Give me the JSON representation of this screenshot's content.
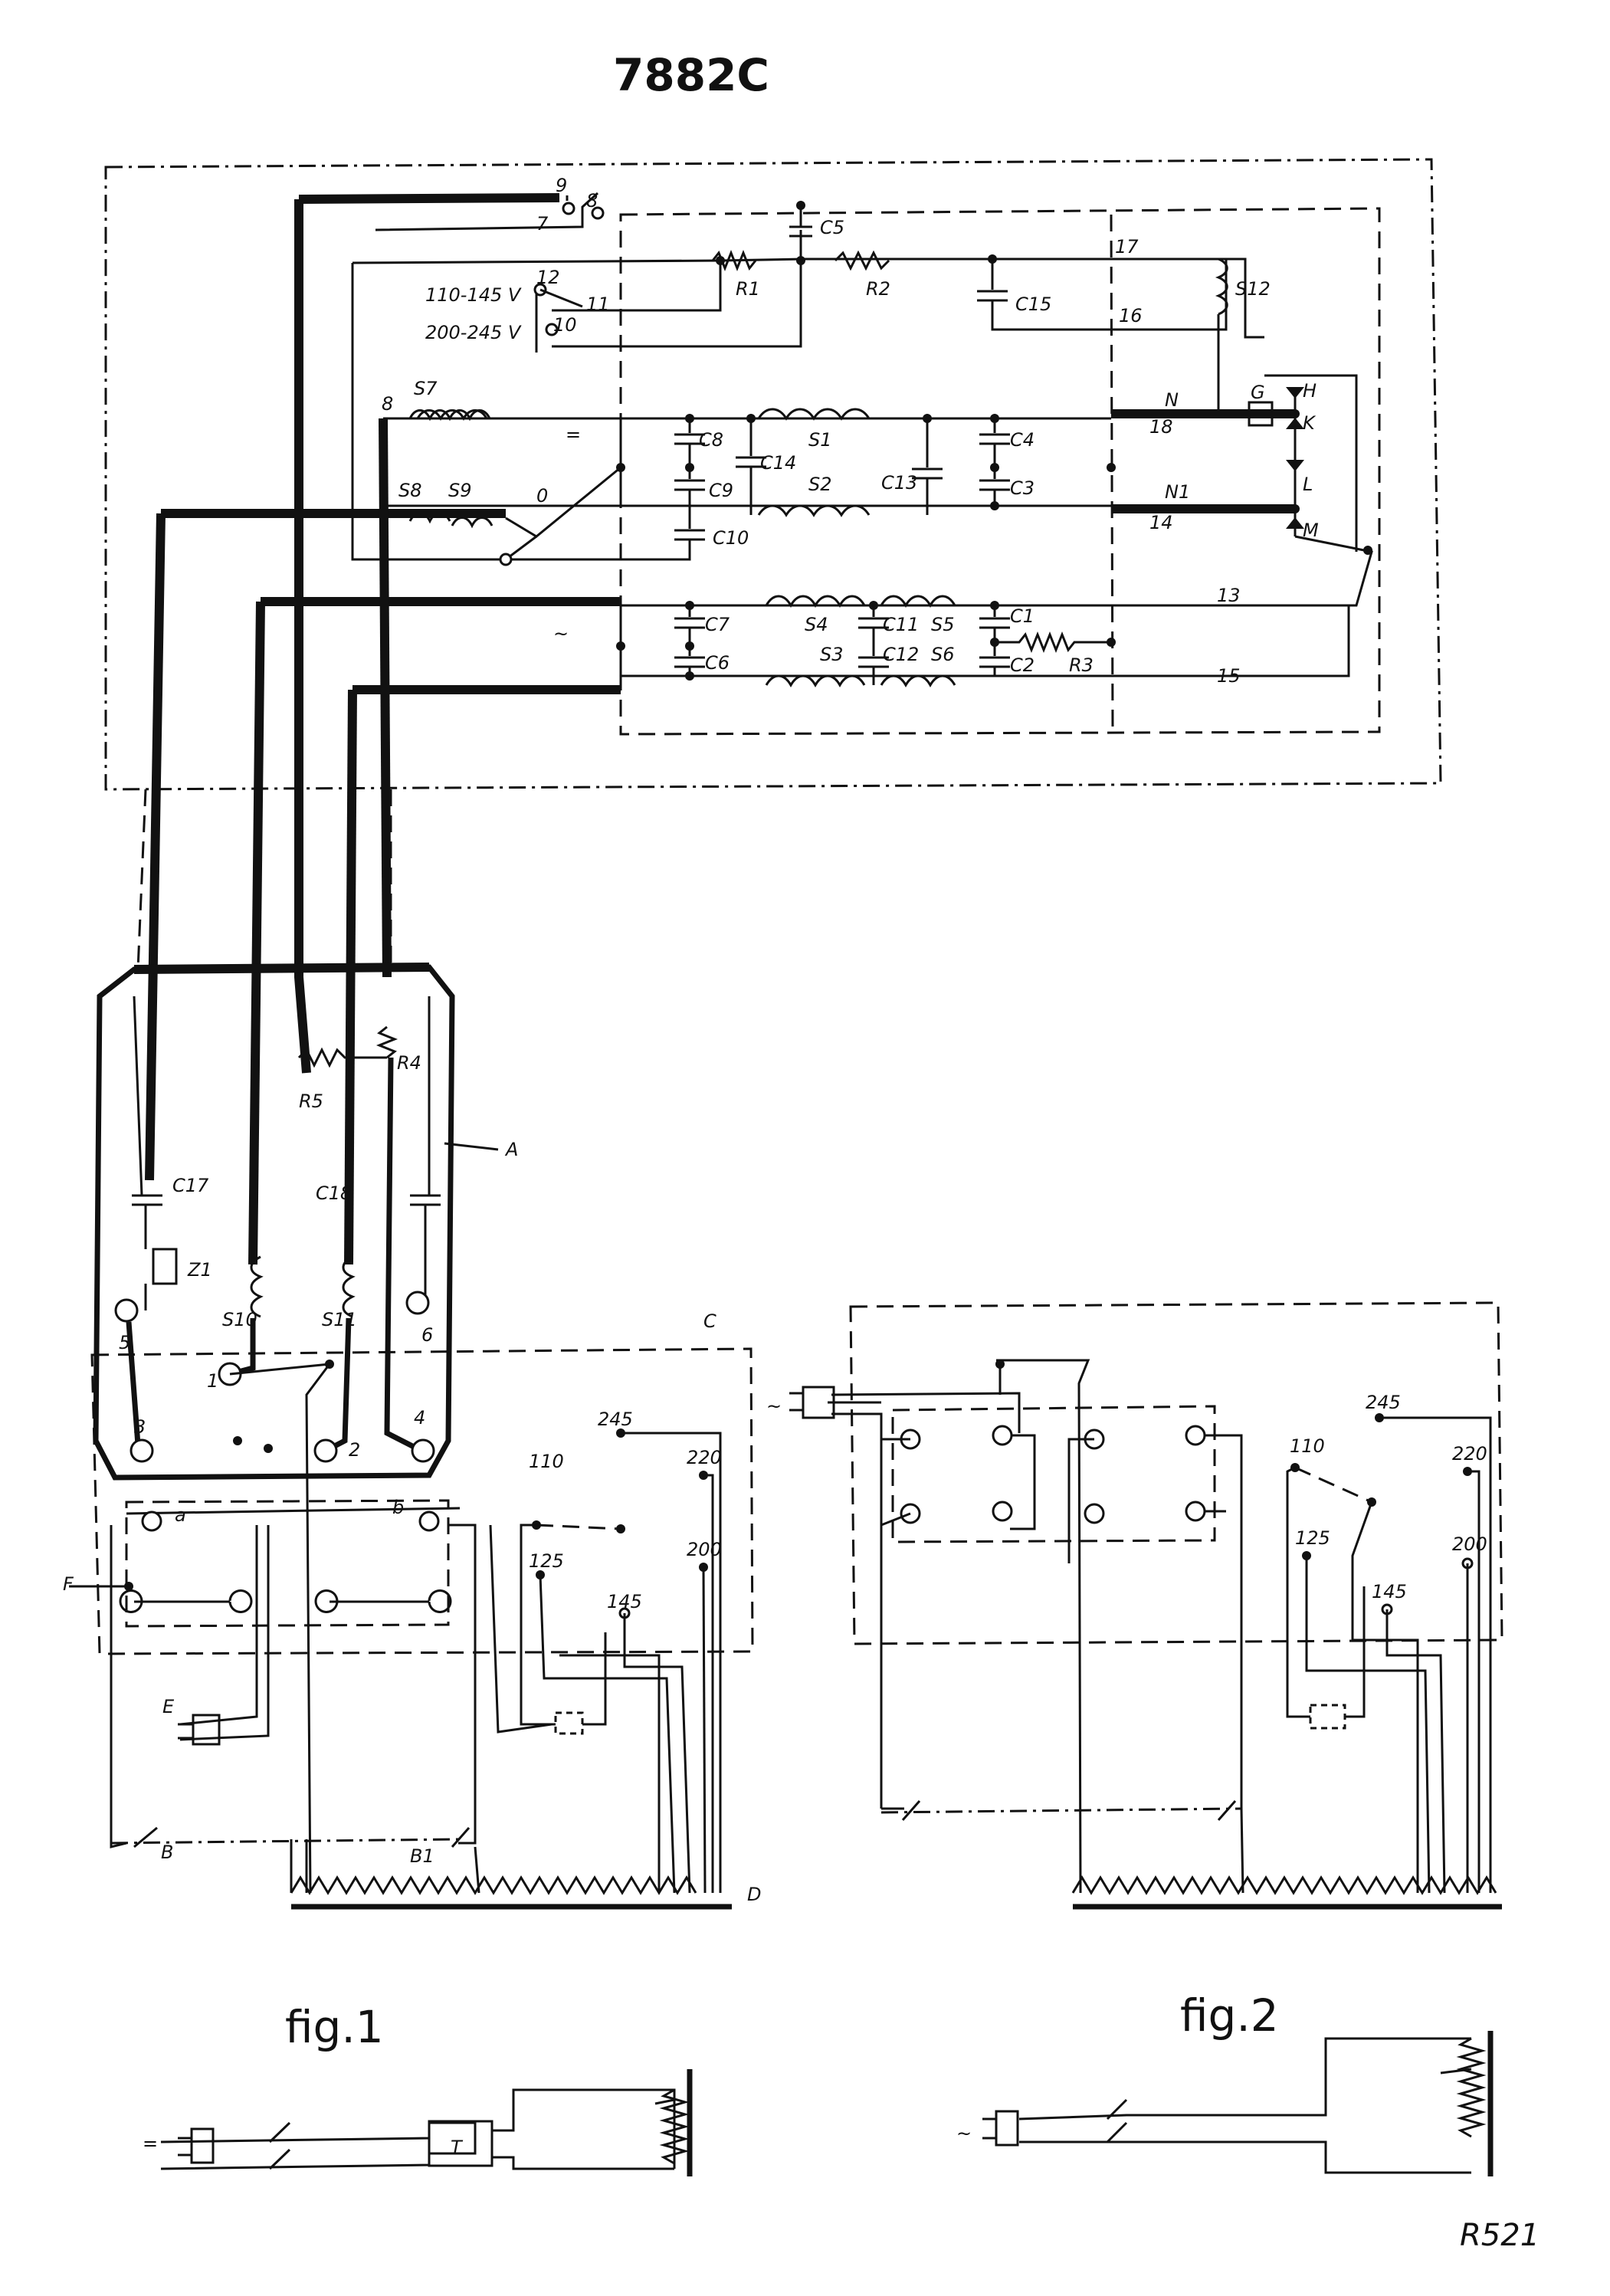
{
  "document": {
    "title": "7882C",
    "reference": "R521"
  },
  "figures": {
    "fig1_label": "fig.1",
    "fig2_label": "fig.2"
  },
  "selector": {
    "low_range": "110-145 V",
    "high_range": "200-245 V",
    "taps": [
      "110",
      "125",
      "145",
      "200",
      "220",
      "245"
    ]
  },
  "terminals": {
    "t1": "1",
    "t2": "2",
    "t3": "3",
    "t4": "4",
    "t5": "5",
    "t6": "6",
    "t7": "7",
    "t8": "8",
    "t9": "9",
    "t10": "10",
    "t11": "11",
    "t12": "12",
    "t13": "13",
    "t14": "14",
    "t15": "15",
    "t16": "16",
    "t17": "17",
    "t18": "18",
    "off": "0",
    "a": "a",
    "b": "b",
    "N": "N",
    "N1": "N1",
    "G": "G",
    "H": "H",
    "K": "K",
    "L": "L",
    "M": "M"
  },
  "components": {
    "resistors": [
      "R1",
      "R2",
      "R3",
      "R4",
      "R5"
    ],
    "capacitors": [
      "C1",
      "C2",
      "C3",
      "C4",
      "C5",
      "C6",
      "C7",
      "C8",
      "C9",
      "C10",
      "C11",
      "C12",
      "C13",
      "C14",
      "C15",
      "C17",
      "C18"
    ],
    "chokes": [
      "S1",
      "S2",
      "S3",
      "S4",
      "S5",
      "S6",
      "S7",
      "S8",
      "S9",
      "S10",
      "S11",
      "S12"
    ],
    "other": [
      "Z1"
    ]
  },
  "assemblies": {
    "A": "A",
    "B": "B",
    "B1": "B1",
    "C": "C",
    "D": "D",
    "E": "E",
    "F": "F",
    "T": "T"
  },
  "symbols": {
    "dc": "=",
    "ac": "~"
  }
}
